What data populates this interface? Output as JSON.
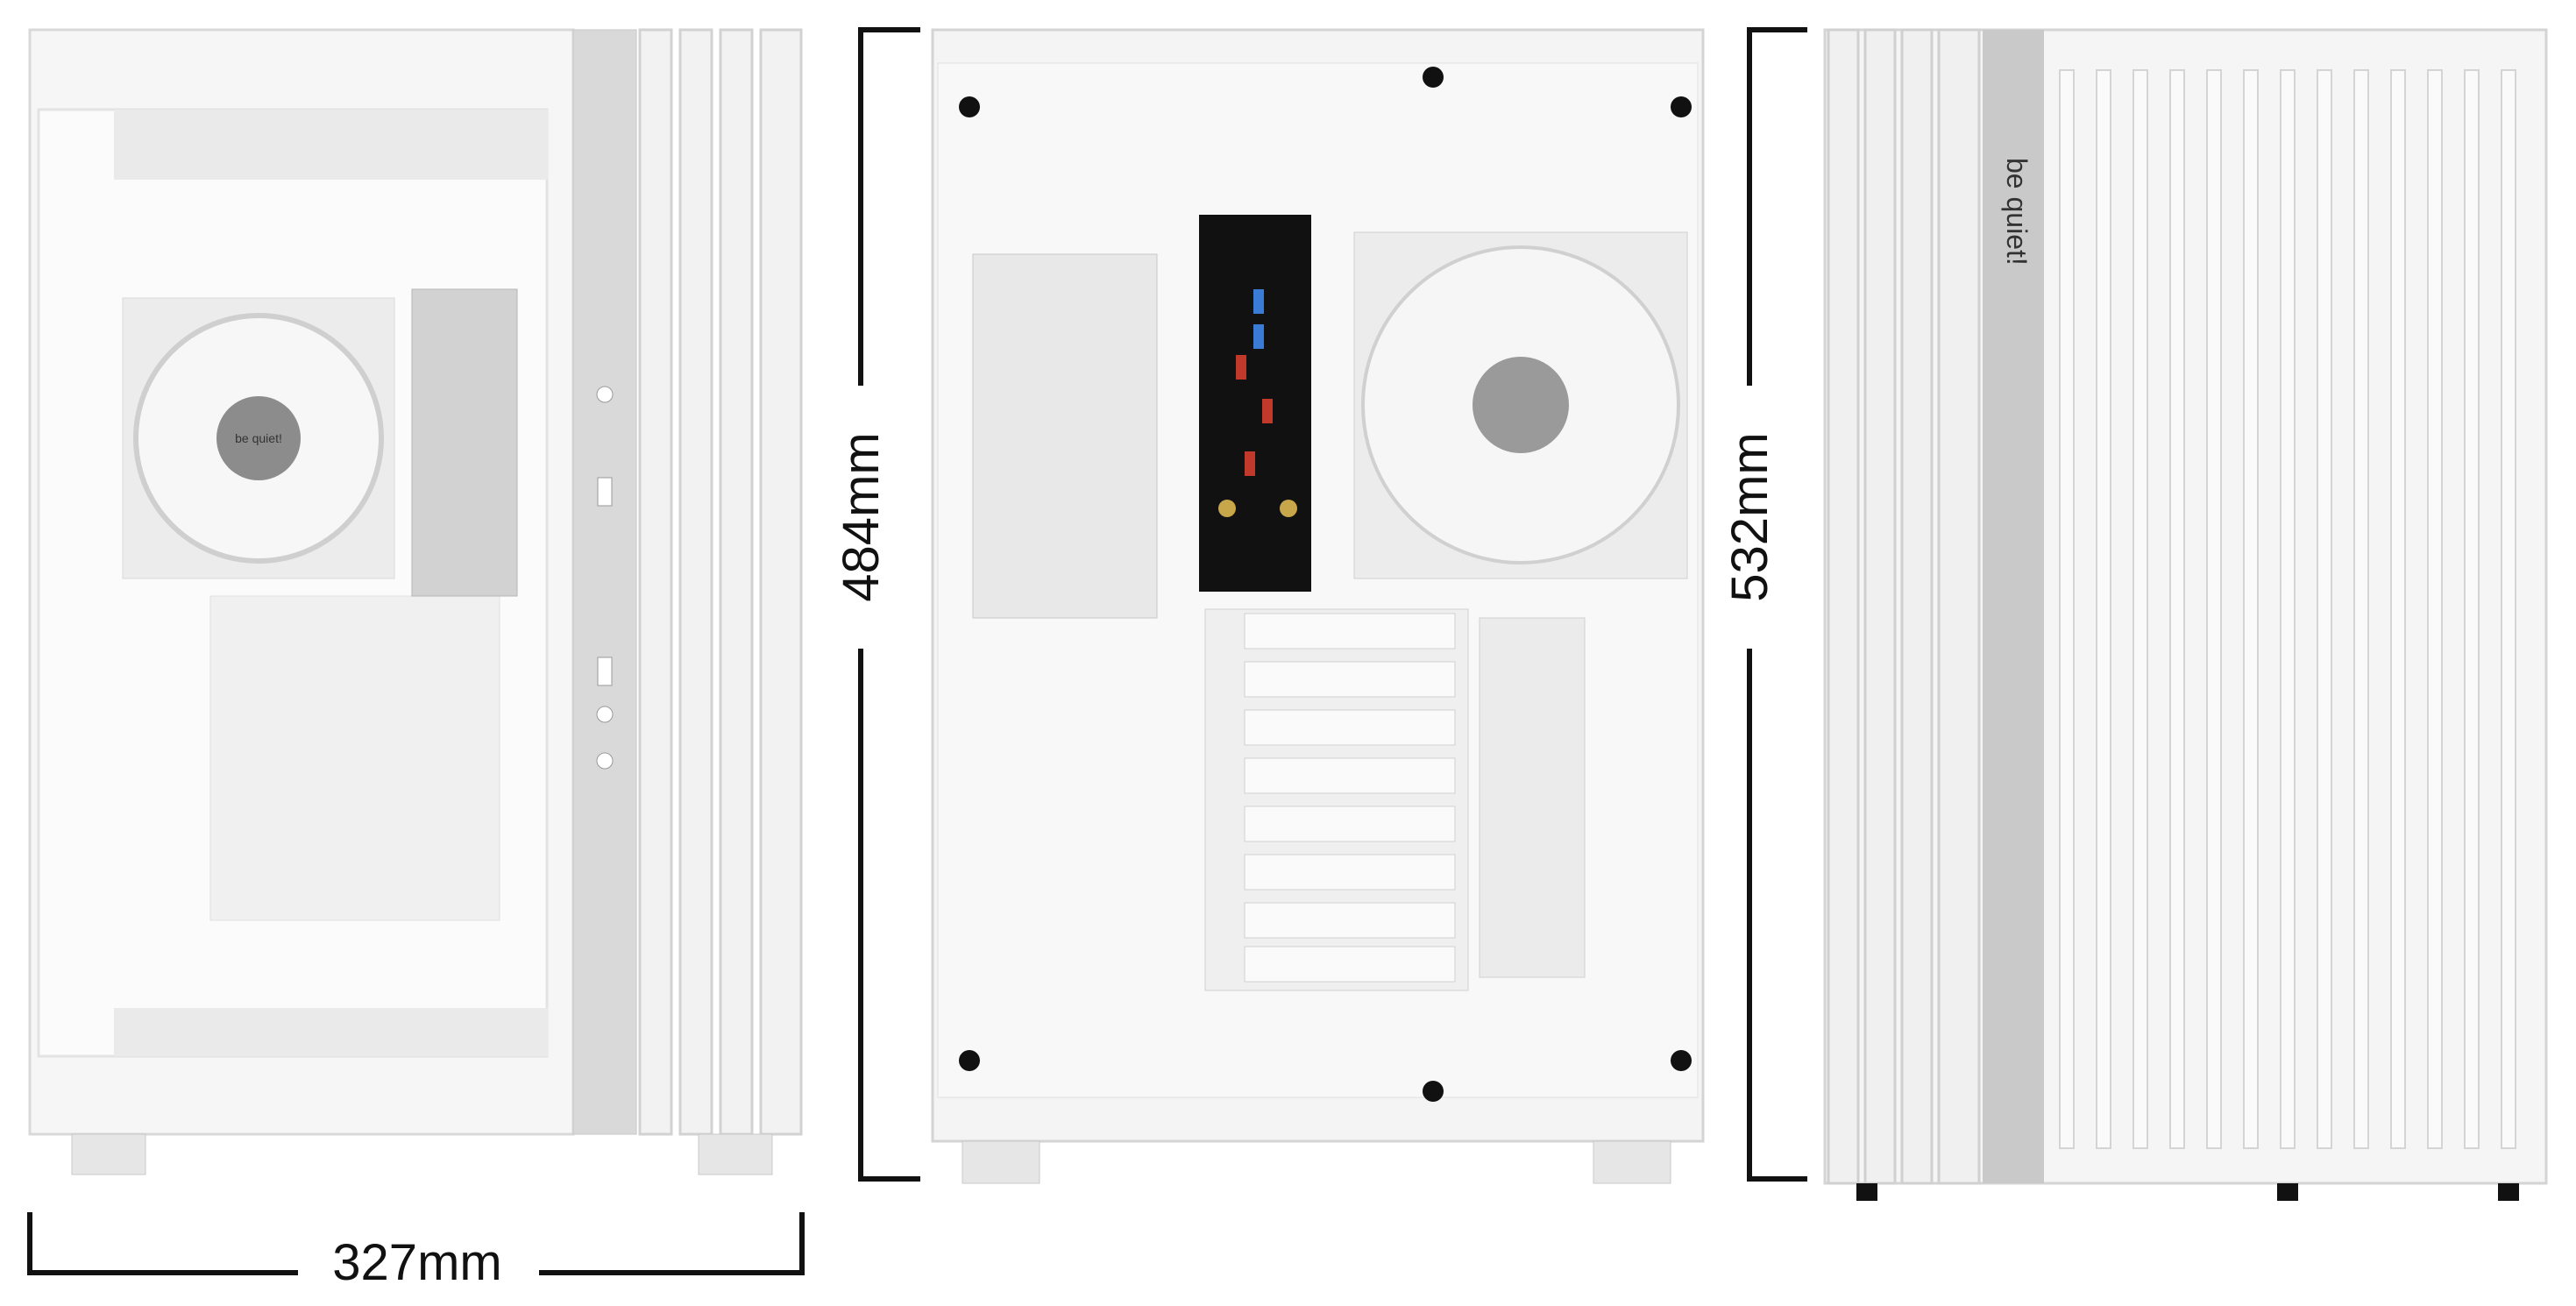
{
  "dimensions": {
    "depth": "327mm",
    "width": "484mm",
    "height": "532mm"
  },
  "brand": {
    "logo_text": "be quiet!"
  },
  "colors": {
    "case_body": "#f4f4f4",
    "case_edge": "#d6d6d6",
    "accent_strip": "#c9c9c9",
    "io_shield": "#111111",
    "dimension_line": "#111111"
  }
}
